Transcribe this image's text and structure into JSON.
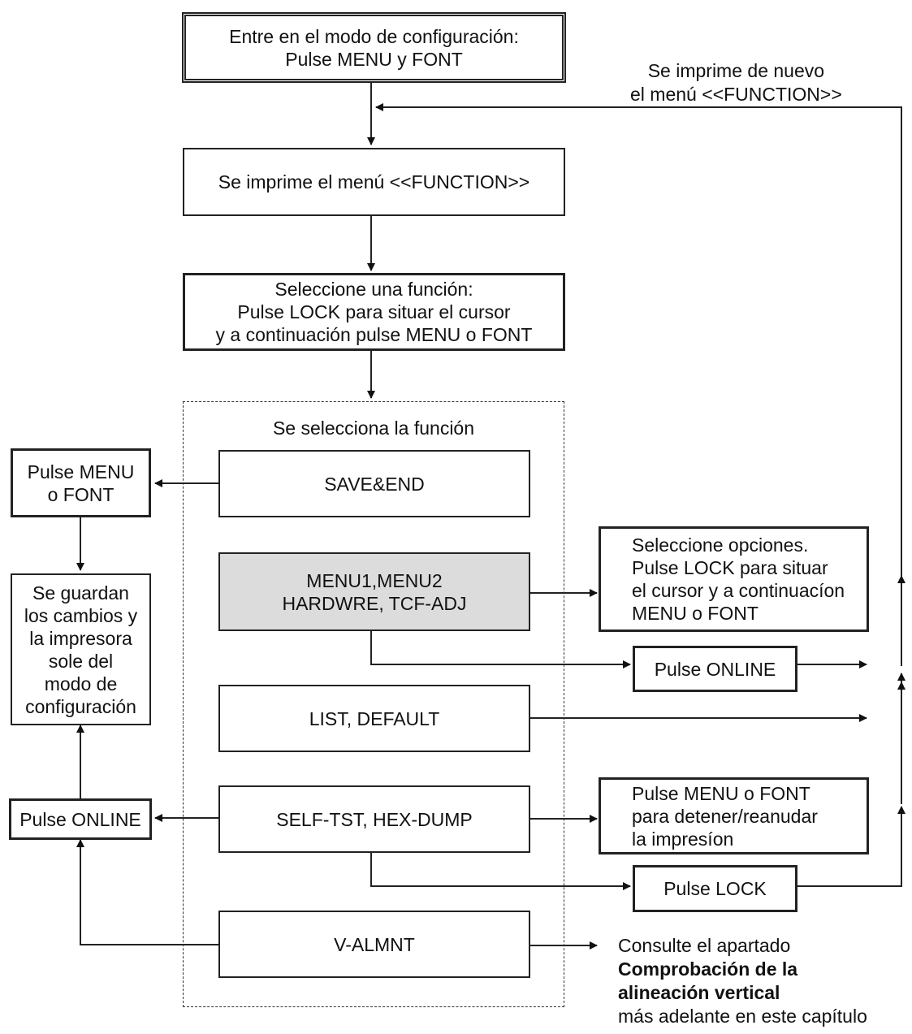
{
  "boxes": {
    "enter": [
      "Entre en el modo de configuración:",
      "Pulse MENU y FONT"
    ],
    "print_function": [
      "Se imprime el menú <<FUNCTION>>"
    ],
    "select_function": [
      "Seleccione una función:",
      "Pulse LOCK para situar el cursor",
      "y a continuación pulse MENU o FONT"
    ],
    "save_end": [
      "SAVE&END"
    ],
    "menu_hardware": [
      "MENU1,MENU2",
      "HARDWRE, TCF-ADJ"
    ],
    "list_default": [
      "LIST, DEFAULT"
    ],
    "self_test": [
      "SELF-TST, HEX-DUMP"
    ],
    "v_almnt": [
      "V-ALMNT"
    ],
    "pulse_menu_font": [
      "Pulse MENU",
      "o FONT"
    ],
    "saved": [
      "Se guardan",
      "los cambios y",
      "la impresora",
      "sole del",
      "modo de",
      "configuración"
    ],
    "pulse_online_left": [
      "Pulse ONLINE"
    ],
    "select_options": [
      "Seleccione opciones.",
      "Pulse LOCK para situar",
      "el cursor y a continuacíon",
      "MENU o FONT"
    ],
    "pulse_online_right": [
      "Pulse ONLINE"
    ],
    "stop_resume": [
      "Pulse MENU o FONT",
      "para detener/reanudar",
      "la impresíon"
    ],
    "pulse_lock": [
      "Pulse LOCK"
    ]
  },
  "group_caption": "Se selecciona la función",
  "reprint_note": [
    "Se imprime de nuevo",
    "el menú <<FUNCTION>>"
  ],
  "consult_note": {
    "line1": "Consulte el apartado",
    "line2": "Comprobación de la",
    "line3": "alineación vertical",
    "line4": "más adelante en este capítulo"
  }
}
